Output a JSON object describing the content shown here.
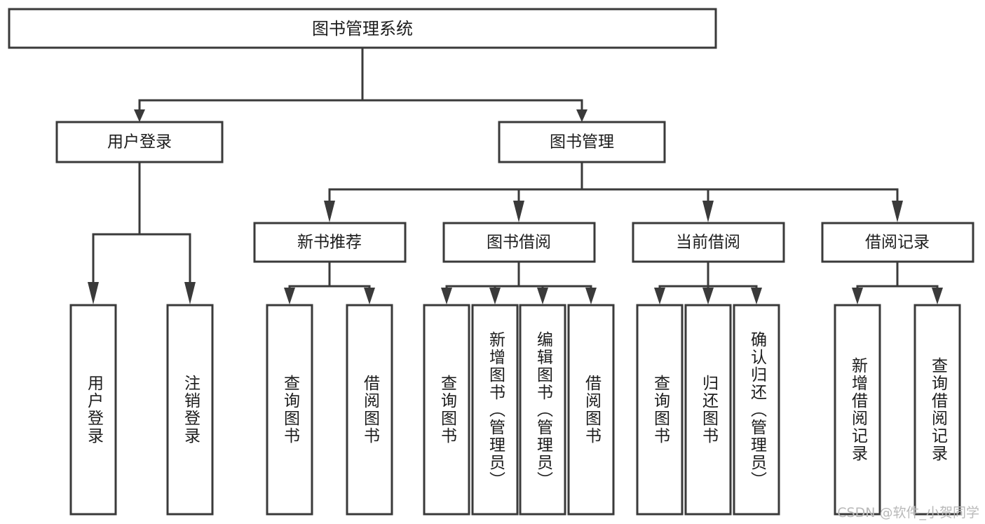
{
  "diagram": {
    "type": "tree-hierarchy",
    "title": "图书管理系统",
    "background_color": "#ffffff",
    "line_color": "#3a3a3a",
    "text_color": "#1c1c1c",
    "root": {
      "id": "root",
      "label": "图书管理系统",
      "orientation": "horizontal"
    },
    "tier1": [
      {
        "id": "user-login",
        "label": "用户登录",
        "orientation": "horizontal"
      },
      {
        "id": "book-manage",
        "label": "图书管理",
        "orientation": "horizontal"
      }
    ],
    "tier2": [
      {
        "id": "new-book-recommend",
        "label": "新书推荐",
        "orientation": "horizontal",
        "parent": "book-manage"
      },
      {
        "id": "book-borrow",
        "label": "图书借阅",
        "orientation": "horizontal",
        "parent": "book-manage"
      },
      {
        "id": "current-borrow",
        "label": "当前借阅",
        "orientation": "horizontal",
        "parent": "book-manage"
      },
      {
        "id": "borrow-record",
        "label": "借阅记录",
        "orientation": "horizontal",
        "parent": "book-manage"
      }
    ],
    "leaves": [
      {
        "id": "leaf-user-login",
        "label": "用户登录",
        "parent": "user-login",
        "orientation": "vertical"
      },
      {
        "id": "leaf-user-logout",
        "label": "注销登录",
        "parent": "user-login",
        "orientation": "vertical"
      },
      {
        "id": "leaf-query-book-1",
        "label": "查询图书",
        "parent": "new-book-recommend",
        "orientation": "vertical"
      },
      {
        "id": "leaf-borrow-book-1",
        "label": "借阅图书",
        "parent": "new-book-recommend",
        "orientation": "vertical"
      },
      {
        "id": "leaf-query-book-2",
        "label": "查询图书",
        "parent": "book-borrow",
        "orientation": "vertical"
      },
      {
        "id": "leaf-add-book",
        "label": "新增图书（管理员）",
        "parent": "book-borrow",
        "orientation": "vertical"
      },
      {
        "id": "leaf-edit-book",
        "label": "编辑图书（管理员）",
        "parent": "book-borrow",
        "orientation": "vertical"
      },
      {
        "id": "leaf-borrow-book-2",
        "label": "借阅图书",
        "parent": "book-borrow",
        "orientation": "vertical"
      },
      {
        "id": "leaf-query-book-3",
        "label": "查询图书",
        "parent": "current-borrow",
        "orientation": "vertical"
      },
      {
        "id": "leaf-return-book",
        "label": "归还图书",
        "parent": "current-borrow",
        "orientation": "vertical"
      },
      {
        "id": "leaf-confirm-return",
        "label": "确认归还（管理员）",
        "parent": "current-borrow",
        "orientation": "vertical"
      },
      {
        "id": "leaf-add-record",
        "label": "新增借阅记录",
        "parent": "borrow-record",
        "orientation": "vertical"
      },
      {
        "id": "leaf-query-record",
        "label": "查询借阅记录",
        "parent": "borrow-record",
        "orientation": "vertical"
      }
    ],
    "watermark": "CSDN @软件_小贺同学"
  }
}
